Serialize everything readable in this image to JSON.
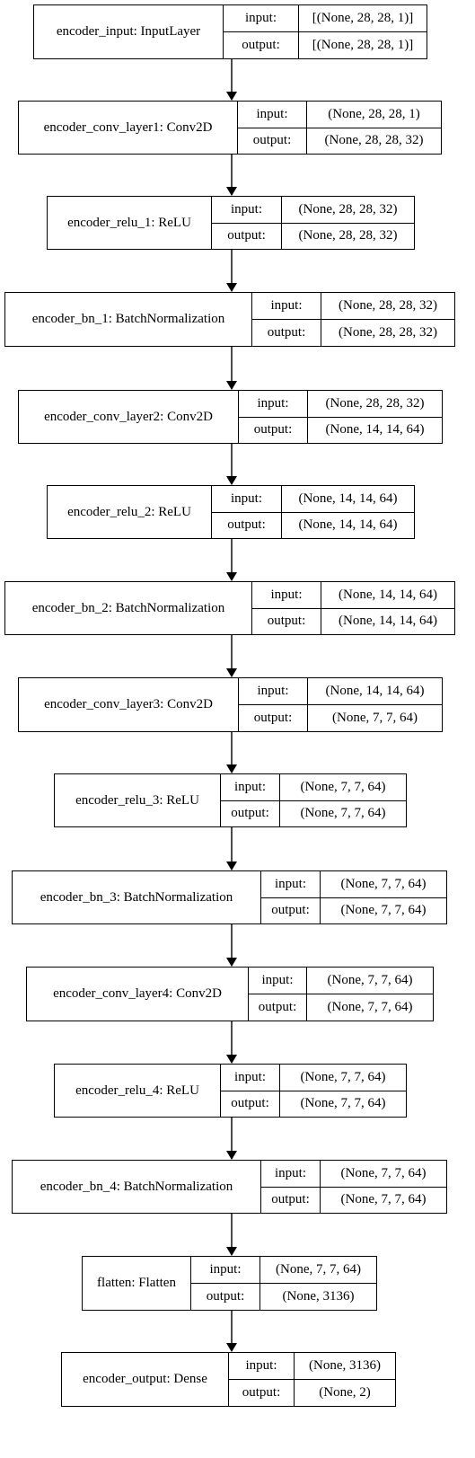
{
  "io_labels": {
    "input": "input:",
    "output": "output:"
  },
  "layers": [
    {
      "name": "encoder_input: InputLayer",
      "input": "[(None, 28, 28, 1)]",
      "output": "[(None, 28, 28, 1)]"
    },
    {
      "name": "encoder_conv_layer1: Conv2D",
      "input": "(None, 28, 28, 1)",
      "output": "(None, 28, 28, 32)"
    },
    {
      "name": "encoder_relu_1: ReLU",
      "input": "(None, 28, 28, 32)",
      "output": "(None, 28, 28, 32)"
    },
    {
      "name": "encoder_bn_1: BatchNormalization",
      "input": "(None, 28, 28, 32)",
      "output": "(None, 28, 28, 32)"
    },
    {
      "name": "encoder_conv_layer2: Conv2D",
      "input": "(None, 28, 28, 32)",
      "output": "(None, 14, 14, 64)"
    },
    {
      "name": "encoder_relu_2: ReLU",
      "input": "(None, 14, 14, 64)",
      "output": "(None, 14, 14, 64)"
    },
    {
      "name": "encoder_bn_2: BatchNormalization",
      "input": "(None, 14, 14, 64)",
      "output": "(None, 14, 14, 64)"
    },
    {
      "name": "encoder_conv_layer3: Conv2D",
      "input": "(None, 14, 14, 64)",
      "output": "(None, 7, 7, 64)"
    },
    {
      "name": "encoder_relu_3: ReLU",
      "input": "(None, 7, 7, 64)",
      "output": "(None, 7, 7, 64)"
    },
    {
      "name": "encoder_bn_3: BatchNormalization",
      "input": "(None, 7, 7, 64)",
      "output": "(None, 7, 7, 64)"
    },
    {
      "name": "encoder_conv_layer4: Conv2D",
      "input": "(None, 7, 7, 64)",
      "output": "(None, 7, 7, 64)"
    },
    {
      "name": "encoder_relu_4: ReLU",
      "input": "(None, 7, 7, 64)",
      "output": "(None, 7, 7, 64)"
    },
    {
      "name": "encoder_bn_4: BatchNormalization",
      "input": "(None, 7, 7, 64)",
      "output": "(None, 7, 7, 64)"
    },
    {
      "name": "flatten: Flatten",
      "input": "(None, 7, 7, 64)",
      "output": "(None, 3136)"
    },
    {
      "name": "encoder_output: Dense",
      "input": "(None, 3136)",
      "output": "(None, 2)"
    }
  ]
}
